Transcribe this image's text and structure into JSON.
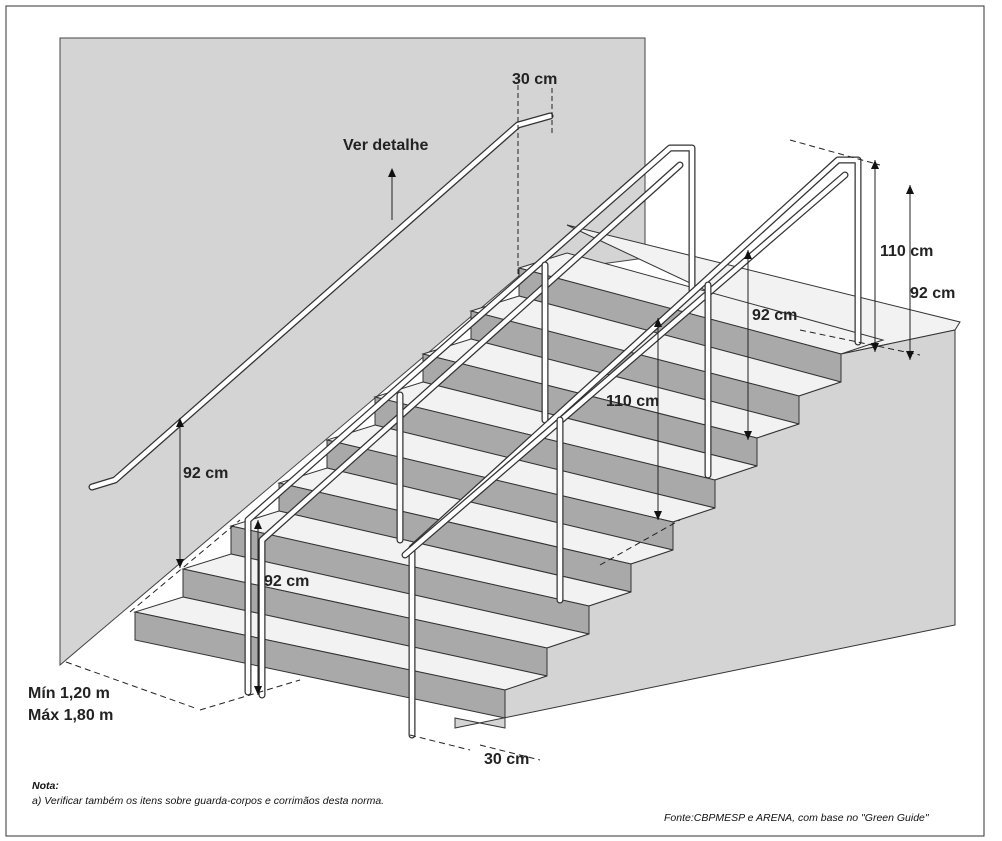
{
  "labels": {
    "ver_detalhe": "Ver detalhe",
    "top_30": "30 cm",
    "wall_92": "92 cm",
    "right_110": "110 cm",
    "right_92": "92 cm",
    "mid_92": "92 cm",
    "mid_110": "110 cm",
    "left_92": "92 cm",
    "min_width": "Mín 1,20 m",
    "max_width": "Máx 1,80 m",
    "bottom_30": "30 cm"
  },
  "note": {
    "title": "Nota:",
    "text": "a) Verificar também os itens sobre guarda-corpos e corrimãos desta norma.",
    "source": "Fonte:CBPMESP e ARENA, com base no \"Green Guide\""
  },
  "colors": {
    "wall": "#d4d4d4",
    "riser": "#a9a9a9",
    "tread": "#f2f2f2",
    "outline": "#333333"
  }
}
